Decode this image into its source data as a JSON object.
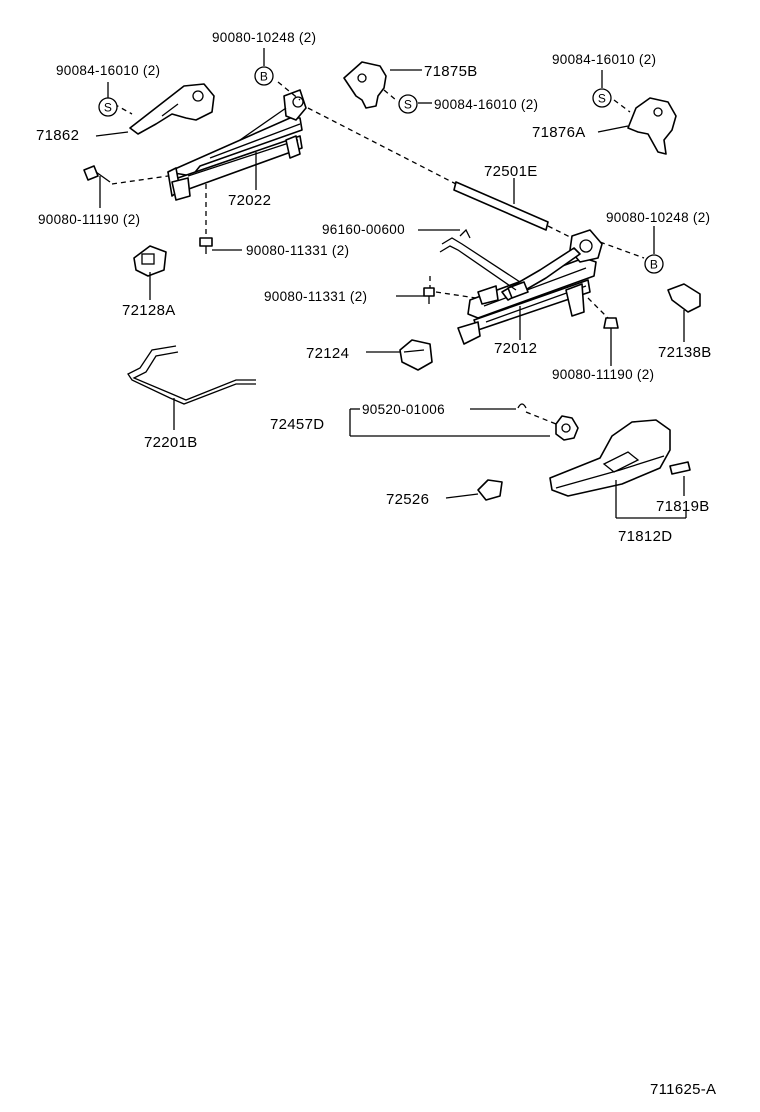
{
  "diagram_id": "711625-A",
  "markers": {
    "s": "S",
    "b": "B"
  },
  "labels": {
    "p90080_10248_top": "90080-10248 (2)",
    "p90084_16010_left": "90084-16010 (2)",
    "p71875b": "71875B",
    "p90084_16010_right": "90084-16010 (2)",
    "p90084_16010_mid": "90084-16010 (2)",
    "p71862": "71862",
    "p71876a": "71876A",
    "p72501e": "72501E",
    "p72022": "72022",
    "p90080_11190_left": "90080-11190 (2)",
    "p96160_00600": "96160-00600",
    "p90080_10248_right": "90080-10248 (2)",
    "p90080_11331_left": "90080-11331 (2)",
    "p90080_11331_mid": "90080-11331 (2)",
    "p72128a": "72128A",
    "p72138b": "72138B",
    "p72012": "72012",
    "p72124": "72124",
    "p90080_11190_right": "90080-11190 (2)",
    "p90520_01006": "90520-01006",
    "p72457d": "72457D",
    "p72201b": "72201B",
    "p72526": "72526",
    "p71819b": "71819B",
    "p71812d": "71812D"
  }
}
